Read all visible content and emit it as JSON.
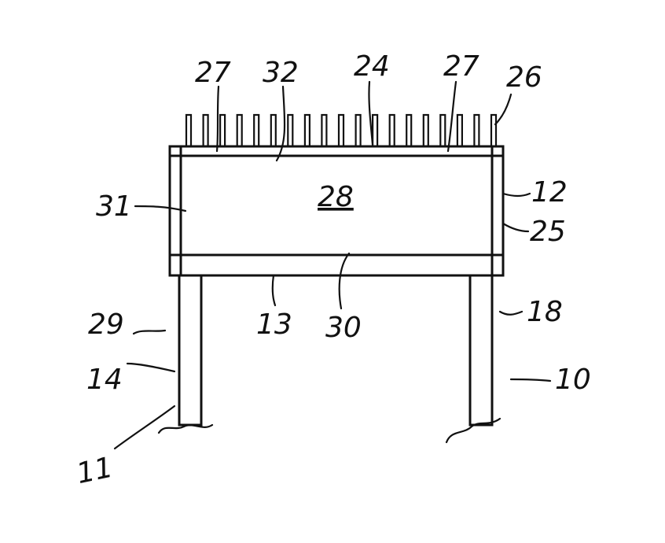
{
  "figure": {
    "colors": {
      "ink": "#111111",
      "paper": "#ffffff"
    },
    "labels": {
      "l27a": "27",
      "l32": "32",
      "l24": "24",
      "l27b": "27",
      "l26": "26",
      "l28": "28",
      "l31": "31",
      "l12": "12",
      "l25": "25",
      "l13": "13",
      "l30": "30",
      "l29": "29",
      "l18": "18",
      "l14": "14",
      "l10": "10",
      "l11": "11"
    }
  }
}
